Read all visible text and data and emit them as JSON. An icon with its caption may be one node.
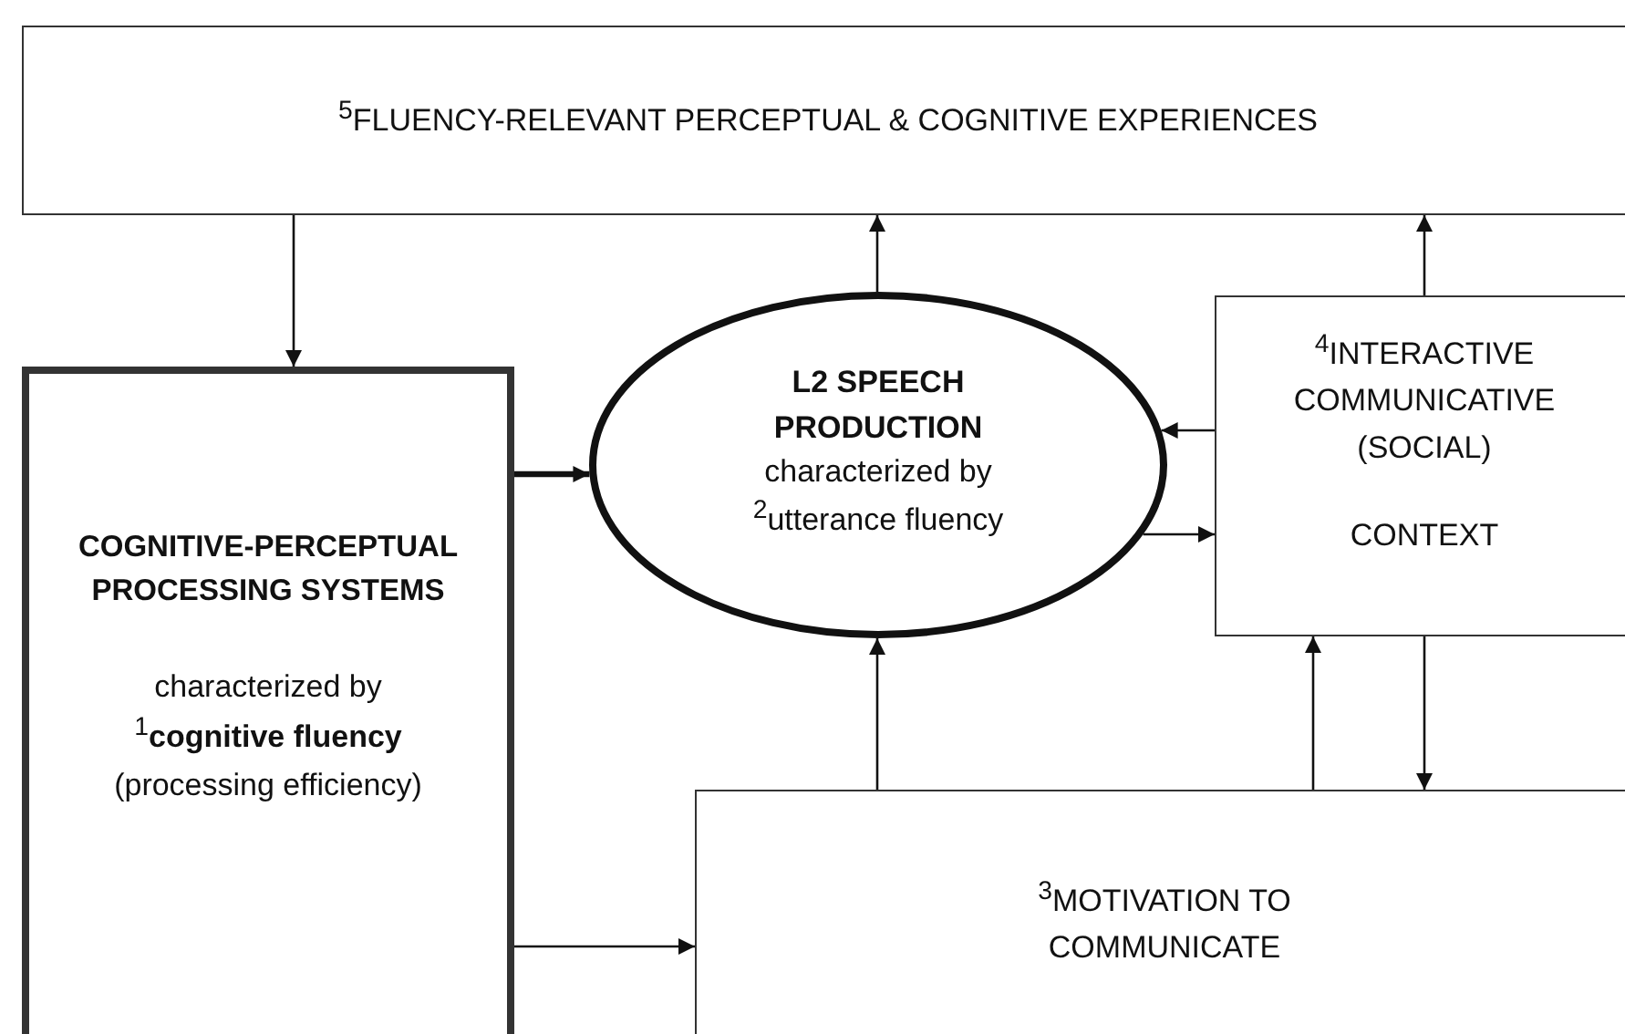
{
  "diagram": {
    "nodes": [
      {
        "text": [
          "$^{5}$FLUENCY-RELEVANT PERCEPTUAL & COGNITIVE EXPERIENCES"
        ]
      },
      {
        "text": [
          "COGNITIVE-PERCEPTUAL PROCESSING SYSTEMS",
          "characterized by $^{1}$**cognitive fluency** (processing efficiency)"
        ]
      },
      {
        "text": [
          "L2 SPEECH PRODUCTION",
          "characterized by $^{2}$utterance fluency"
        ]
      },
      {
        "text": [
          "$^{4}$INTERACTIVE COMMUNICATIVE (SOCIAL)",
          "CONTEXT"
        ]
      },
      {
        "text": [
          "$^{3}$MOTIVATION TO COMMUNICATE"
        ]
      }
    ],
    "edges": [
      {
        "from": 0,
        "to": 1,
        "arrow": "to"
      },
      {
        "from": 2,
        "to": 0,
        "arrow": "to"
      },
      {
        "from": 3,
        "to": 0,
        "arrow": "to"
      },
      {
        "from": 1,
        "to": 2,
        "arrow": "to",
        "style": "thick"
      },
      {
        "from": 3,
        "to": 2,
        "arrow": "to"
      },
      {
        "from": 2,
        "to": 3,
        "arrow": "to"
      },
      {
        "from": 4,
        "to": 2,
        "arrow": "to"
      },
      {
        "from": 4,
        "to": 3,
        "arrow": "to"
      },
      {
        "from": 3,
        "to": 4,
        "arrow": "to"
      },
      {
        "from": 1,
        "to": 4,
        "arrow": "to"
      }
    ]
  }
}
